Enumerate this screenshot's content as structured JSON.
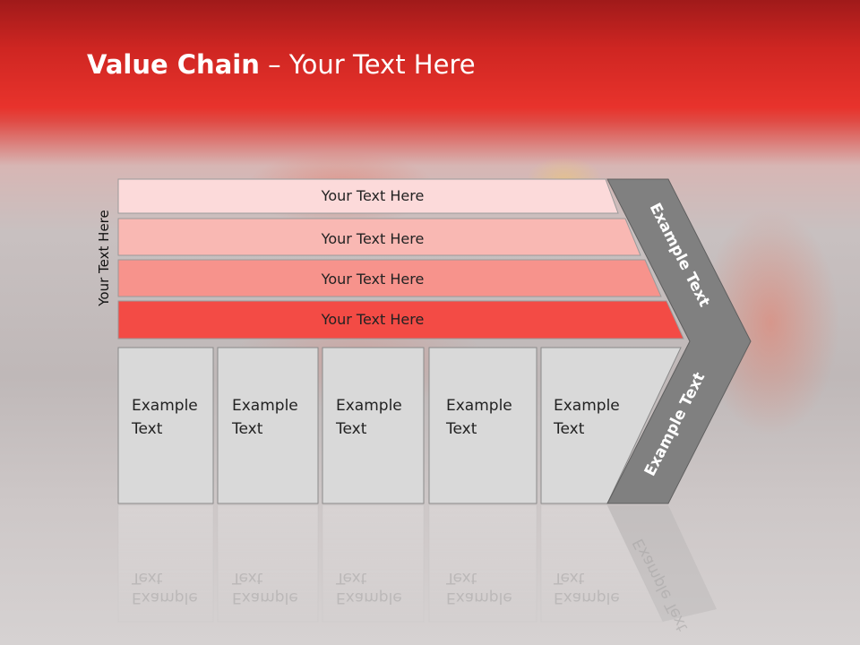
{
  "slide": {
    "title_bold": "Value Chain",
    "title_rest": " – Your Text Here"
  },
  "side_label": "Your Text Here",
  "bars": [
    {
      "label": "Your Text Here",
      "color": "#fcdada"
    },
    {
      "label": "Your Text Here",
      "color": "#f9b8b3"
    },
    {
      "label": "Your Text Here",
      "color": "#f7938c"
    },
    {
      "label": "Your Text Here",
      "color": "#f34b45"
    }
  ],
  "columns": [
    {
      "line1": "Example",
      "line2": "Text"
    },
    {
      "line1": "Example",
      "line2": "Text"
    },
    {
      "line1": "Example",
      "line2": "Text"
    },
    {
      "line1": "Example",
      "line2": "Text"
    },
    {
      "line1": "Example",
      "line2": "Text"
    }
  ],
  "arrow": {
    "top_label": "Example Text",
    "bottom_label": "Example Text",
    "color": "#808080"
  },
  "colors": {
    "column_fill": "#d9d9d9",
    "column_stroke": "#8a8a8a"
  }
}
